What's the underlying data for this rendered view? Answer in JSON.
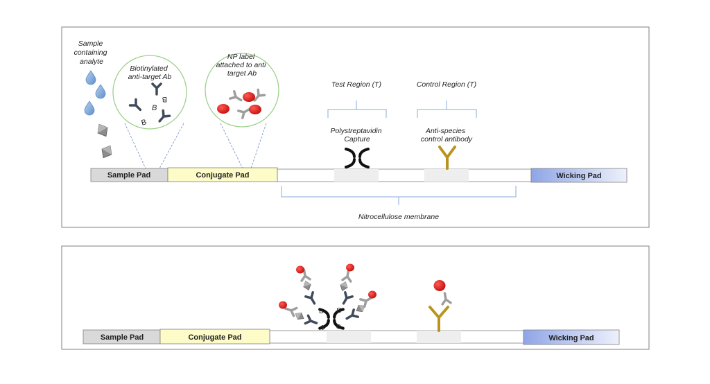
{
  "top_panel": {
    "sample_label": [
      "Sample",
      "containing",
      "analyte"
    ],
    "biotin_label": [
      "Biotinylated",
      "anti-target Ab"
    ],
    "biotin_letter": "B",
    "np_label": [
      "NP label",
      "attached to anti",
      "target Ab"
    ],
    "test_region": "Test Region (T)",
    "control_region": "Control Region (T)",
    "test_capture": [
      "Polystreptavidin",
      "Capture"
    ],
    "control_capture": [
      "Anti-species",
      "control antibody"
    ],
    "membrane_label": "Nitrocellulose membrane"
  },
  "strip": {
    "sample_pad": "Sample Pad",
    "conjugate_pad": "Conjugate Pad",
    "wicking_pad": "Wicking Pad"
  },
  "bottom_panel": {
    "biotin_letter": "B",
    "sample_pad": "Sample Pad",
    "conjugate_pad": "Conjugate Pad",
    "wicking_pad": "Wicking Pad"
  },
  "colors": {
    "droplet": "#7aa6d6",
    "antibody_dark": "#3f4a5a",
    "antibody_grey": "#9e9e9e",
    "np_red": "#e0201b",
    "control_gold": "#b8941e",
    "circle_green": "#9ed08a",
    "brace_blue": "#8aa8d8",
    "sample_pad_fill": "#d9d9d9",
    "conjugate_pad_fill": "#fdfbc7",
    "wicking_pad_fill": "#8fa5e6"
  }
}
